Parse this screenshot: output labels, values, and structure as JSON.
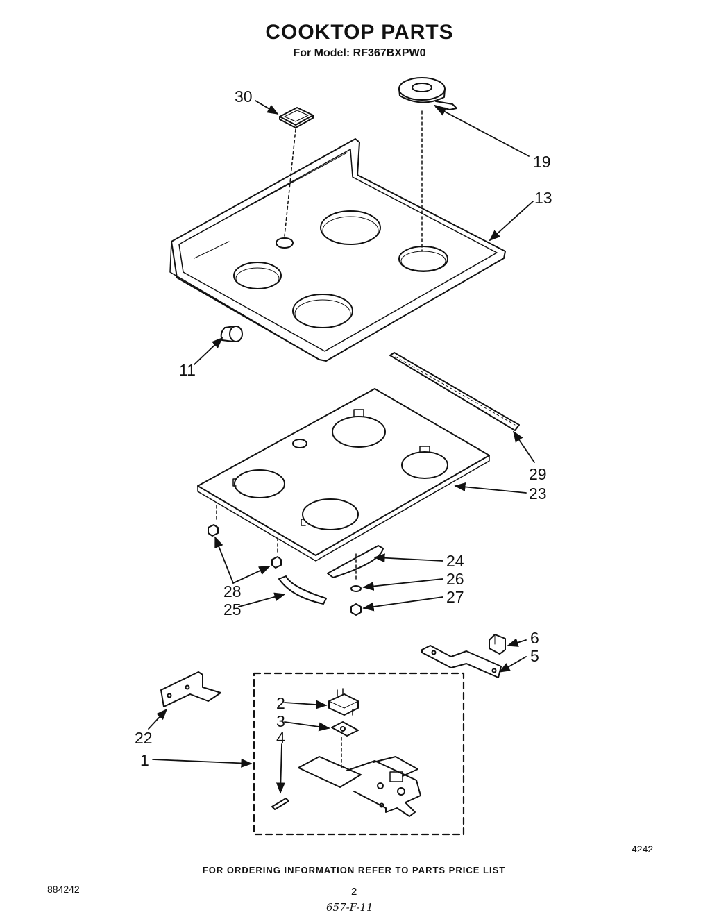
{
  "header": {
    "title": "COOKTOP PARTS",
    "subtitle": "For Model: RF367BXPW0"
  },
  "callouts": [
    {
      "id": "30",
      "text": "30"
    },
    {
      "id": "19",
      "text": "19"
    },
    {
      "id": "13",
      "text": "13"
    },
    {
      "id": "11",
      "text": "11"
    },
    {
      "id": "29",
      "text": "29"
    },
    {
      "id": "23",
      "text": "23"
    },
    {
      "id": "24",
      "text": "24"
    },
    {
      "id": "26",
      "text": "26"
    },
    {
      "id": "27",
      "text": "27"
    },
    {
      "id": "28",
      "text": "28"
    },
    {
      "id": "25",
      "text": "25"
    },
    {
      "id": "6",
      "text": "6"
    },
    {
      "id": "5",
      "text": "5"
    },
    {
      "id": "2",
      "text": "2"
    },
    {
      "id": "3",
      "text": "3"
    },
    {
      "id": "4",
      "text": "4"
    },
    {
      "id": "22",
      "text": "22"
    },
    {
      "id": "1",
      "text": "1"
    }
  ],
  "footer": {
    "ordering_note": "FOR ORDERING INFORMATION REFER TO PARTS PRICE LIST",
    "code_right": "4242",
    "code_left": "884242",
    "page_number": "2",
    "handwritten_note": "657-F-11"
  },
  "colors": {
    "ink": "#111111",
    "background": "#ffffff"
  }
}
